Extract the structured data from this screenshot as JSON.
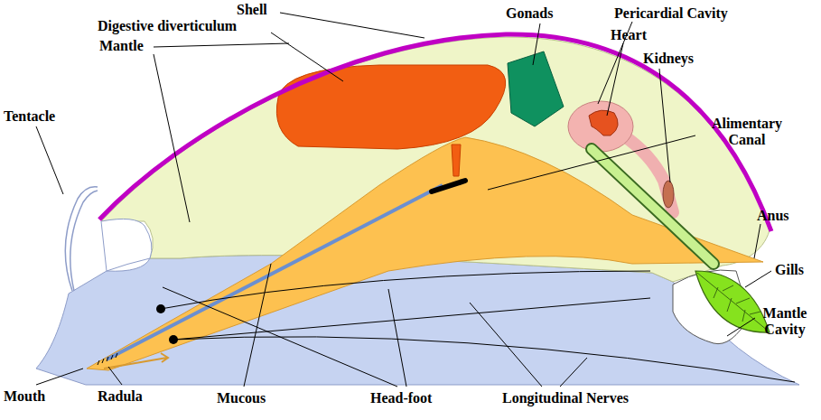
{
  "diagram": {
    "labels": [
      "Shell",
      "Digestive diverticulum",
      "Mantle",
      "Gonads",
      "Pericardial Cavity",
      "Heart",
      "Kidneys",
      "Alimentary Canal",
      "Anus",
      "Gills",
      "Mantle Cavity",
      "Tentacle",
      "Mouth",
      "Radula",
      "Mucous",
      "Head-foot",
      "Longitudinal Nerves"
    ]
  }
}
